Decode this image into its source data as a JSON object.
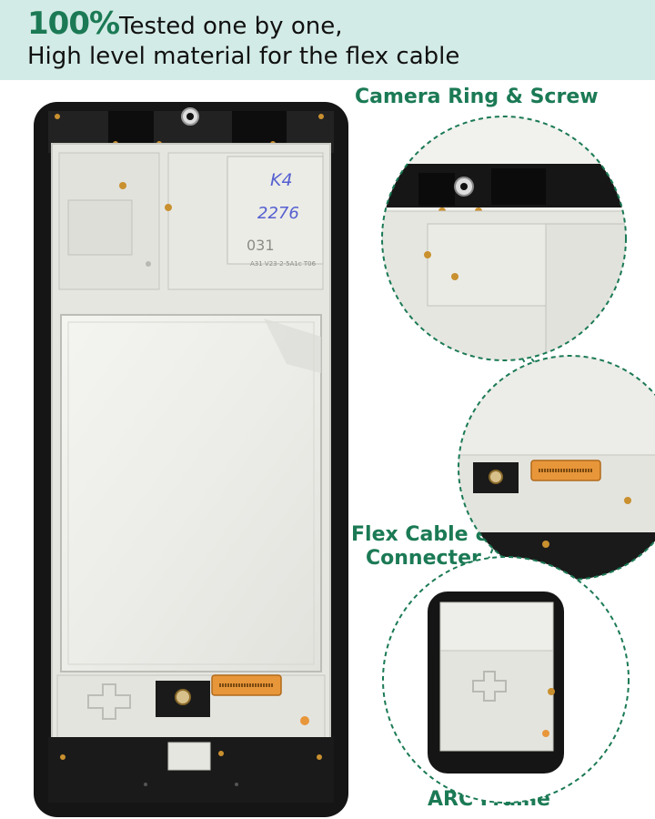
{
  "banner": {
    "highlight": "100%",
    "line1": "Tested one by one,",
    "line2": "High level material for the flex cable"
  },
  "callouts": {
    "camera": "Camera Ring & Screw",
    "flex_line1": "Flex Cable &",
    "flex_line2": "Connecter",
    "arc": "ARC Frame"
  },
  "handwriting": {
    "line1": "K4",
    "line2": "2276"
  },
  "frame_text": {
    "model_code": "031",
    "part_code": "A31 V23-2-5A1c T06"
  },
  "colors": {
    "accent": "#1b7a55",
    "banner_bg": "#d3ebe6",
    "frame": "#151515",
    "midframe": "#e8e8e3",
    "flex": "#e8963a"
  }
}
